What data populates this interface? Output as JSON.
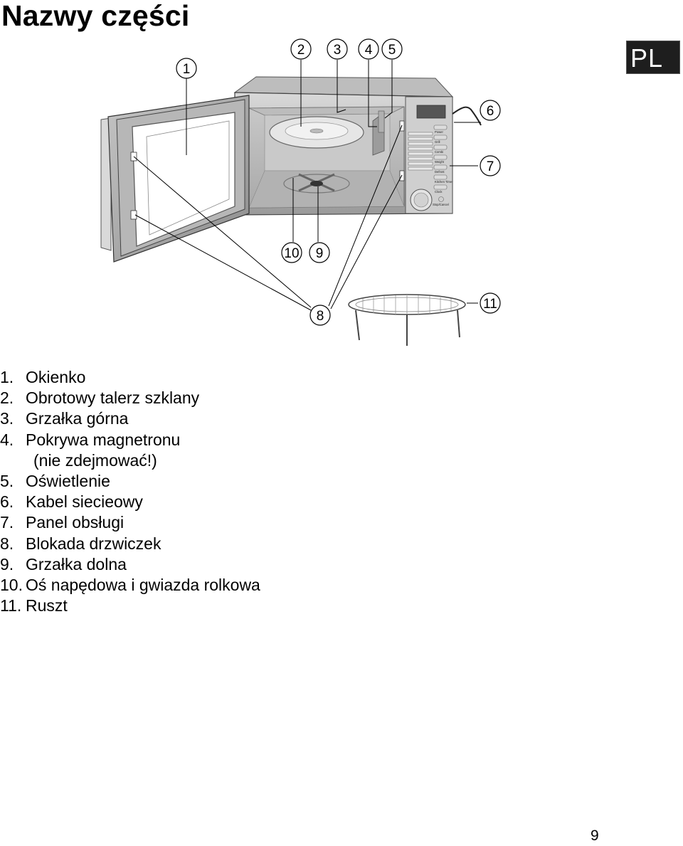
{
  "page": {
    "title": "Nazwy części",
    "language_badge": "PL",
    "page_number": "9"
  },
  "diagram": {
    "callouts": [
      "1",
      "2",
      "3",
      "4",
      "5",
      "6",
      "7",
      "8",
      "9",
      "10",
      "11"
    ],
    "panel_labels": [
      "Power",
      "Grill",
      "Combi",
      "Weight",
      "Defrost",
      "Kitchen Timer",
      "Clock",
      "Stop/Cancel"
    ]
  },
  "parts": [
    {
      "num": "1.",
      "label": "Okienko",
      "note": ""
    },
    {
      "num": "2.",
      "label": "Obrotowy talerz szklany",
      "note": ""
    },
    {
      "num": "3.",
      "label": "Grzałka górna",
      "note": ""
    },
    {
      "num": "4.",
      "label": "Pokrywa magnetronu",
      "note": "(nie zdejmować!)"
    },
    {
      "num": "5.",
      "label": "Oświetlenie",
      "note": ""
    },
    {
      "num": "6.",
      "label": "Kabel siecieowy",
      "note": ""
    },
    {
      "num": "7.",
      "label": "Panel obsługi",
      "note": ""
    },
    {
      "num": "8.",
      "label": "Blokada drzwiczek",
      "note": ""
    },
    {
      "num": "9.",
      "label": "Grzałka dolna",
      "note": ""
    },
    {
      "num": "10.",
      "label": "Oś napędowa i gwiazda rolkowa",
      "note": ""
    },
    {
      "num": "11.",
      "label": "Ruszt",
      "note": ""
    }
  ]
}
